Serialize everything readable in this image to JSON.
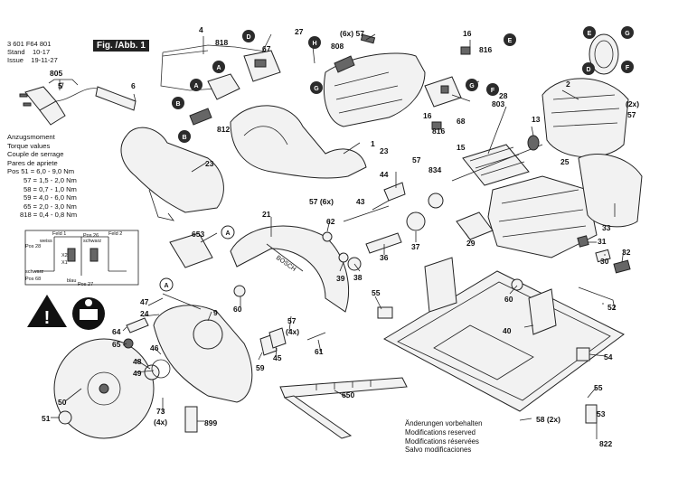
{
  "header": {
    "part_number": "3 601 F64 801",
    "stand_label": "Stand",
    "stand_value": "10-17",
    "issue_label": "Issue",
    "issue_value": "19-11-27",
    "figure_label": "Fig. /Abb. 1"
  },
  "torque": {
    "lines": [
      "Anzugsmoment",
      "Torque values",
      "Couple de serrage",
      "Pares de apriete"
    ],
    "values": [
      "Pos 51 = 6,0 - 9,0 Nm",
      "57 = 1,5 - 2,0 Nm",
      "58 = 0,7 - 1,0 Nm",
      "59 = 4,0 - 6,0 Nm",
      "65 = 2,0 - 3,0 Nm",
      "818 = 0,4 - 0,8 Nm"
    ]
  },
  "wiring": {
    "labels": [
      "Feld 1",
      "Feld 2",
      "Pos 28",
      "weiss",
      "Pos 26 schwarz",
      "schwarz",
      "Pos 68",
      "blau",
      "Pos 27",
      "X2",
      "X1"
    ]
  },
  "notes": {
    "lines": [
      "Änderungen vorbehalten",
      "Modifications reserved",
      "Modifications réservées",
      "Salvo modificaciones"
    ]
  },
  "callouts": [
    "805",
    "5",
    "6",
    "4",
    "818",
    "D",
    "67",
    "27",
    "(6x) 57",
    "808",
    "16",
    "816",
    "E",
    "E",
    "A",
    "B",
    "812",
    "B",
    "A",
    "H",
    "G",
    "G",
    "F",
    "F",
    "G",
    "D",
    "2",
    "(2x) 57",
    "1",
    "28",
    "68",
    "16",
    "816",
    "803",
    "13",
    "15",
    "834",
    "25",
    "23",
    "23",
    "57",
    "57 (6x)",
    "44",
    "43",
    "21",
    "62",
    "653",
    "A",
    "A",
    "39",
    "29",
    "36",
    "37",
    "31",
    "30",
    "32",
    "33",
    "38",
    "55",
    "60",
    "47",
    "24",
    "9",
    "60",
    "57",
    "(4x)",
    "64",
    "65",
    "46",
    "48",
    "49",
    "59",
    "45",
    "61",
    "52",
    "40",
    "54",
    "50",
    "51",
    "73",
    "(4x)",
    "899",
    "650",
    "58 (2x)",
    "822",
    "55",
    "53"
  ],
  "badge_colors": {
    "letter_badge": "#2b2b2b"
  }
}
